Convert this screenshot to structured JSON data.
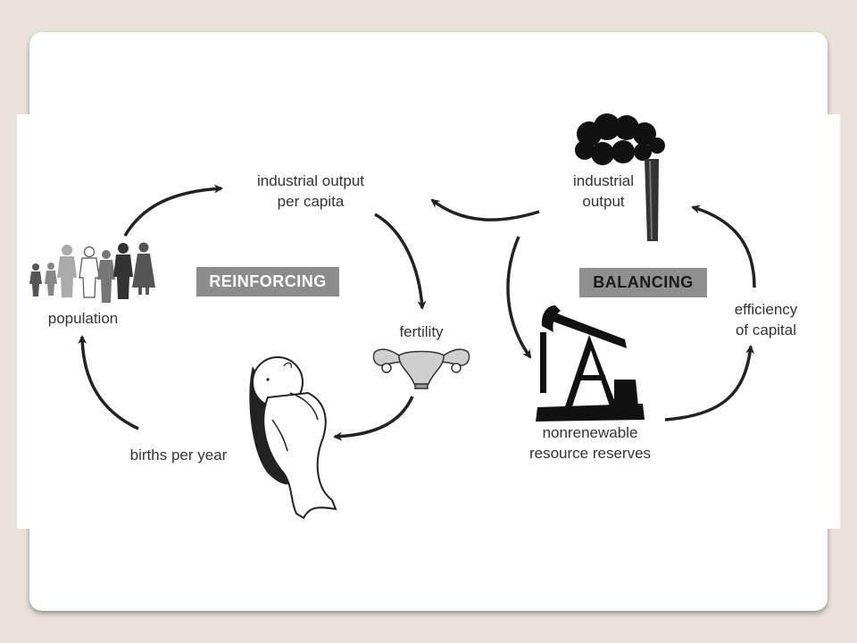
{
  "diagram": {
    "nodes": {
      "industrial_output_per_capita": [
        "industrial output",
        "per capita"
      ],
      "industrial_output": [
        "industrial",
        "output"
      ],
      "population": "population",
      "fertility": "fertility",
      "births_per_year": "births per year",
      "efficiency_of_capital": [
        "efficiency",
        "of capital"
      ],
      "nonrenewable_resource_reserves": [
        "nonrenewable",
        "resource reserves"
      ]
    },
    "loops": {
      "reinforcing": "REINFORCING",
      "balancing": "BALANCING"
    }
  },
  "colors": {
    "arrow": "#222222",
    "text": "#333333",
    "badge_reinforcing": "#8c8c8c",
    "badge_balancing": "#8f8f8f"
  },
  "icons": [
    "people-silhouettes-icon",
    "uterus-icon",
    "baby-icon",
    "smokestack-icon",
    "oil-pump-icon"
  ]
}
